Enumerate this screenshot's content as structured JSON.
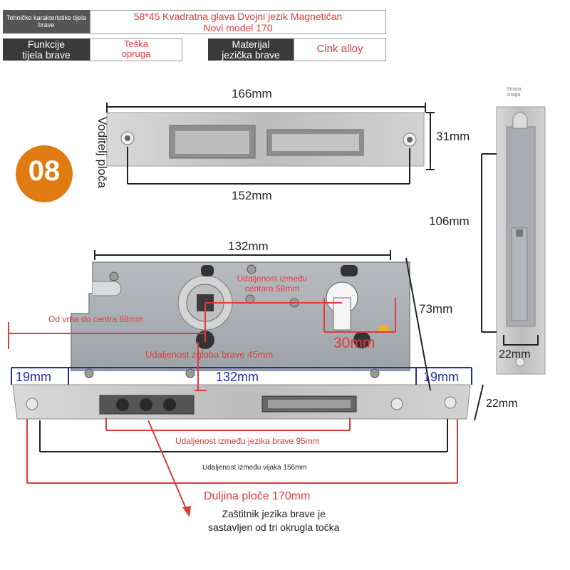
{
  "specs": {
    "row1": {
      "label": "Tehničke karakteristike tijela brave",
      "value_line1": "58*45 Kvadratna glava Dvojni jezik Magnetičan",
      "value_line2": "Novi model 170"
    },
    "row2": {
      "label1_line1": "Funkcije",
      "label1_line2": "tijela brave",
      "value1_line1": "Teška",
      "value1_line2": "opruga",
      "label2_line1": "Materijal",
      "label2_line2": "jezička brave",
      "value2": "Cink alloy"
    }
  },
  "badge": {
    "number": "08",
    "color": "#e07b12"
  },
  "strike_plate": {
    "title": "Voditelj ploča",
    "width": "166mm",
    "height": "31mm",
    "hole_distance": "152mm"
  },
  "side_view": {
    "label_line1": "Strana",
    "label_line2": "straga",
    "height": "106mm",
    "width": "22mm"
  },
  "lock_body": {
    "width_top": "132mm",
    "height": "73mm",
    "center_distance": "Udaljenost između centara 58mm",
    "tip_to_center": "Od vrha do centra 68mm",
    "backset_label": "30mm",
    "hinge_distance": "Udaljenost zgloba brave 45mm",
    "left_offset": "19mm",
    "body_width": "132mm",
    "right_offset": "19mm",
    "plate_width": "22mm",
    "latch_distance": "Udaljenost između jezika brave 95mm",
    "screw_distance": "Udaljenost između vijaka 156mm",
    "plate_length": "Duljina ploče 170mm",
    "note_line1": "Zaštitnik jezika brave je",
    "note_line2": "sastavljen od tri okrugla točka"
  },
  "colors": {
    "accent_red": "#e03a3a",
    "dim_blue": "#1f2fa8",
    "steel": "#c9c9c9",
    "body_gray": "#a9adb2"
  }
}
